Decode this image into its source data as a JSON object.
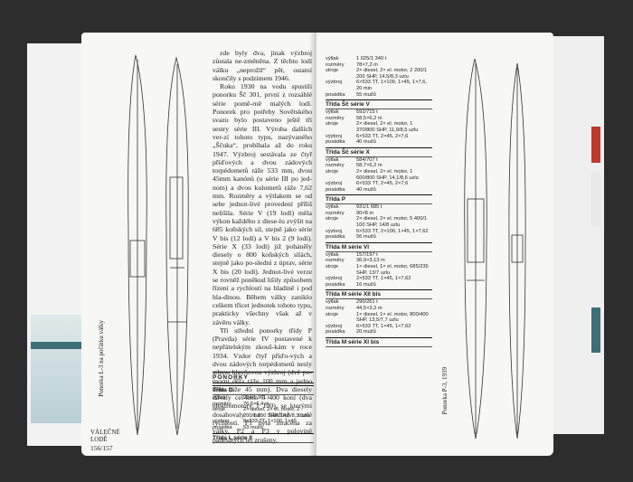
{
  "left_page": {
    "drawing_caption": "Ponorka L-3 na počátku války",
    "body_paragraphs": [
      "zde byly dva, jinak výzbroj zůstala ne-změněna. Z těchto lodí válku „neprožil“ pět, ostatní skončily s podzimem 1946.",
      "Roku 1930 na vodu spustili ponorku Šč 301, první z rozsáhlé série pomě-rně malých lodí. Ponorek pro potřeby Sovětského svazu bylo postaveno ještě tři sestry série III. Výroba dalších ver-zí tohoto typu, nazývaného „Ščuka“, probíhala až do roku 1947. Výzbroj sestávala ze čtyř příďových a dvou zádových torpédometů ráže 533 mm, dvou 45mm kanónů (u série III po jed-nom) a dvou kulometů ráže 7,62 mm. Rozměry a výtlakem se od sebe jednot-livé provedení příliš nelišila. Série V (19 lodí) měla výkon každého z diese-lu zvýšit na 685 koňských sil, stejně jako série V bis (12 lodí) a V bis 2 (9 lodí). Série X (33 lodí) již poháněly diesely o 800 koňských sílách, stejně jako po-slední z úprav, série X bis (20 lodí). Jednot-livé verze se rovněž poněkud lišily způsobem řízení a rychlostí na hladině i pod hla-dinou. Během války zaniklo celkem třicet jednotek tohoto typu, prakticky všechny však až v závěru války.",
      "Tři střední ponorky třídy P (Pravda) série IV postavené k nepřátelským zkouš-kám v roce 1934. Vzdor čtyř příďo-vých a dvou zádových torpédometů nesly silnou hlavňovou výzbroj (dvě po-morní děla ráže 100 mm a jedno dělo ráže 45 mm). Dva diesely dávaly cel-kem 5 400 koní (dva elektromotory 1 100), se kterými dosahovaly na hladině malé rychlosti. P1 byla ztracena za války, P2 a P3 v polovině padesátých let zrušeny."
    ],
    "spec": {
      "title": "PONORKY",
      "class_name": "Třída D",
      "labels": {
        "displacement": "výtlak",
        "dimensions": "rozměry",
        "propulsion": "stroje",
        "armament": "výzbroj",
        "crew": "posádka"
      },
      "values": {
        "displacement": "934/1 361 t",
        "dimensions": "76,6×6,4 m",
        "propulsion": "2× diesel, 2× el. motor, 2 200/1 050 SHP, 14,5/8,3 uzlu",
        "armament": "8×533 TT, 1×100, 1×45",
        "crew": "53 mužů"
      },
      "next_class": "Třída L série II"
    },
    "running_head": [
      "VÁLEČNÉ",
      "LODĚ"
    ],
    "page_numbers": "156/157"
  },
  "right_page": {
    "drawing_caption": "Ponorka P-3, 1939",
    "spec": {
      "labels": {
        "displacement": "výtlak",
        "dimensions": "rozměry",
        "propulsion": "stroje",
        "armament": "výzbroj",
        "crew": "posádka"
      },
      "classes": [
        {
          "name": "",
          "displacement": "1 025/1 340 t",
          "dimensions": "78×7,2 m",
          "propulsion": "2× diesel, 2× el. motor, 2 200/1 200 SHP, 14,5/8,3 uzlu",
          "armament": "6×533 TT, 1×100, 1×45, 1×7,6, 20 min",
          "crew": "55 mužů"
        },
        {
          "name": "Třída Šč série V",
          "displacement": "592/715 t",
          "dimensions": "58,5×6,2 m",
          "propulsion": "2× diesel, 2× el. motor, 1 370/800 SHP, 11,9/8,5 uzlu",
          "armament": "6×533 TT, 2×45, 2×7,6",
          "crew": "40 mužů"
        },
        {
          "name": "Třída Šč série X",
          "displacement": "584/707 t",
          "dimensions": "58,7×6,2 m",
          "propulsion": "2× diesel, 2× el. motor, 1 600/800 SHP, 14,1/8,6 uzlu",
          "armament": "6×533 TT, 2×45, 2×7,6",
          "crew": "40 mužů"
        },
        {
          "name": "Třída P",
          "displacement": "931/1 685 t",
          "dimensions": "90×8 m",
          "propulsion": "2× diesel, 2× el. motor, 5 400/1 100 SHP, 14/8 uzlu",
          "armament": "6×533 TT, 2×100, 1×45, 1×7,62",
          "crew": "56 mužů"
        },
        {
          "name": "Třída M série VI",
          "displacement": "157/197 t",
          "dimensions": "36,9×3,13 m",
          "propulsion": "1× diesel, 1× el. motor, 685/235 SHP, 13/7 uzlu",
          "armament": "2×533 TT, 1×45, 1×7,62",
          "crew": "16 mužů"
        },
        {
          "name": "Třída M série XII bis",
          "displacement": "290/261 t",
          "dimensions": "44,5×3,3 m",
          "propulsion": "1× diesel, 1× el. motor, 800/400 SHP, 13,5/7,7 uzlu",
          "armament": "6×533 TT, 1×45, 1×7,62",
          "crew": "20 mužů"
        }
      ],
      "next_class": "Třída M série XI bis"
    }
  }
}
